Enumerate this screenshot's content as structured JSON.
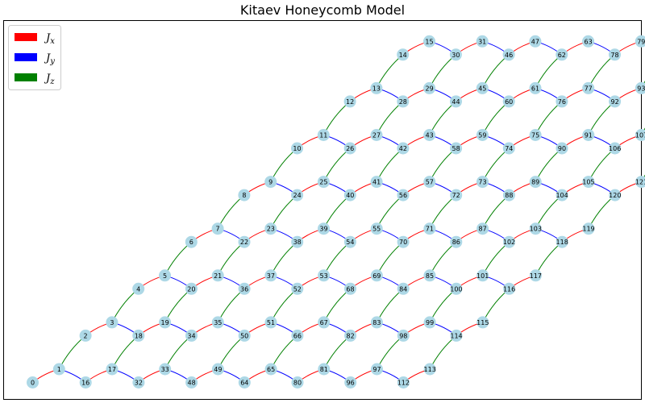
{
  "title": "Kitaev Honeycomb Model",
  "legend": {
    "position": "top-left",
    "items": [
      {
        "label": "J",
        "sub": "x",
        "color": "#ff0000"
      },
      {
        "label": "J",
        "sub": "y",
        "color": "#0000ff"
      },
      {
        "label": "J",
        "sub": "z",
        "color": "#008000"
      }
    ]
  },
  "node_color": "#add8e6",
  "lattice": {
    "columns": 8,
    "rows": 8,
    "node_count": 128
  },
  "bond_colors": {
    "x": "#ff0000",
    "y": "#0000ff",
    "z": "#008000"
  }
}
